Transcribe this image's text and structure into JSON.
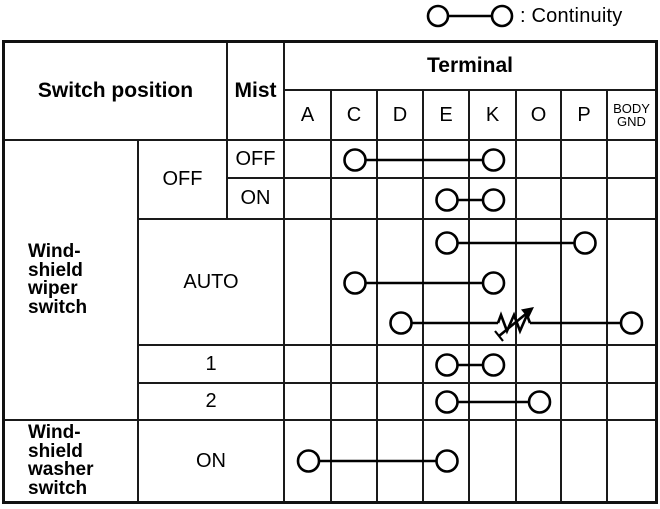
{
  "legend": {
    "label": ": Continuity"
  },
  "table": {
    "header": {
      "switch_position": "Switch position",
      "mist": "Mist",
      "terminal": "Terminal",
      "terminal_columns": [
        "A",
        "C",
        "D",
        "E",
        "K",
        "O",
        "P",
        "BODY\nGND"
      ]
    },
    "body": {
      "wiper_switch_label": "Wind-\nshield\nwiper\nswitch",
      "washer_switch_label": "Wind-\nshield\nwasher\nswitch",
      "positions": {
        "off": "OFF",
        "auto": "AUTO",
        "speed_1": "1",
        "speed_2": "2",
        "washer_on": "ON"
      },
      "mist_values": {
        "off": "OFF",
        "on": "ON"
      }
    }
  },
  "connections": [
    {
      "row": "off_mist_off",
      "from": "C",
      "to": "K",
      "variable_resistor": false
    },
    {
      "row": "off_mist_on",
      "from": "E",
      "to": "K",
      "variable_resistor": false
    },
    {
      "row": "auto_1",
      "from": "E",
      "to": "P",
      "variable_resistor": false
    },
    {
      "row": "auto_2",
      "from": "C",
      "to": "K",
      "variable_resistor": false
    },
    {
      "row": "auto_3",
      "from": "D",
      "to": "BODY GND",
      "variable_resistor": true
    },
    {
      "row": "speed_1",
      "from": "E",
      "to": "K",
      "variable_resistor": false
    },
    {
      "row": "speed_2",
      "from": "E",
      "to": "O",
      "variable_resistor": false
    },
    {
      "row": "washer_on",
      "from": "A",
      "to": "E",
      "variable_resistor": false
    }
  ]
}
